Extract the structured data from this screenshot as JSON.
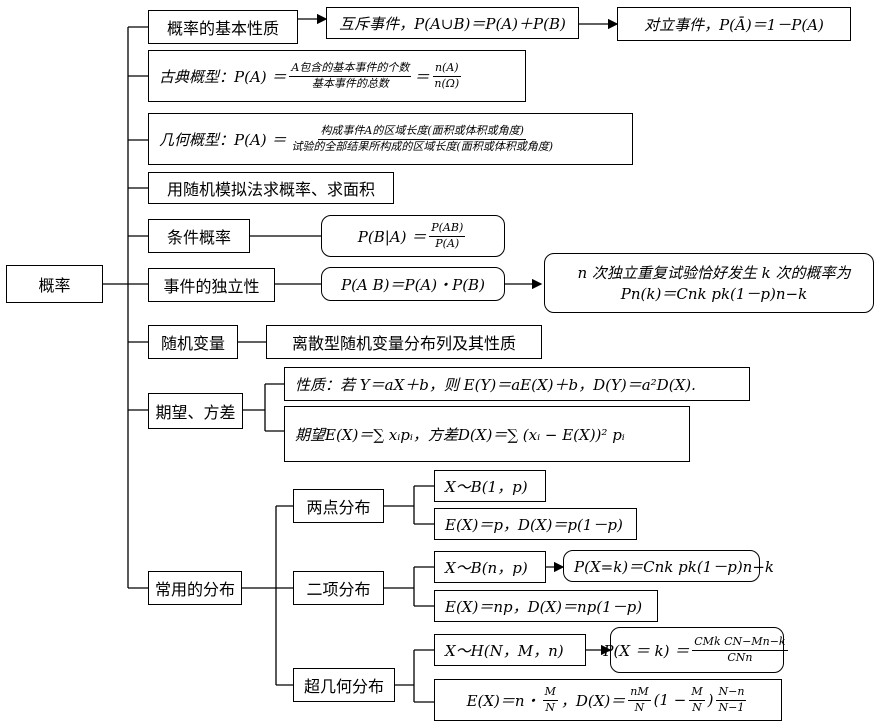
{
  "root": "概率",
  "basic": {
    "label": "概率的基本性质",
    "exclusive": "互斥事件，P(A∪B)＝P(A)＋P(B)",
    "complement": "对立事件，P(Ā)＝1－P(A)"
  },
  "classical": {
    "prefix": "古典概型：P(A) ＝",
    "num": "A包含的基本事件的个数",
    "den": "基本事件的总数",
    "eq": "＝",
    "num2": "n(A)",
    "den2": "n(Ω)"
  },
  "geometric": {
    "prefix": "几何概型：P(A) ＝",
    "num": "构成事件A的区域长度(面积或体积或角度)",
    "den": "试验的全部结果所构成的区域长度(面积或体积或角度)"
  },
  "simulation": "用随机模拟法求概率、求面积",
  "conditional": {
    "label": "条件概率",
    "lhs": "P(B|A) ＝",
    "num": "P(AB)",
    "den": "P(A)"
  },
  "independence": {
    "label": "事件的独立性",
    "formula": "P(A B)＝P(A)・P(B)",
    "bern_text": "n 次独立重复试验恰好发生 k 次的概率为",
    "bern_formula": "Pn(k)＝Cnk pk(1－p)n−k"
  },
  "random_var": {
    "label": "随机变量",
    "discrete": "离散型随机变量分布列及其性质"
  },
  "expectation": {
    "label": "期望、方差",
    "property": "性质：若 Y＝aX＋b，则 E(Y)＝aE(X)＋b，D(Y)＝a²D(X).",
    "definition": "期望E(X)＝∑ xᵢpᵢ，方差D(X)＝∑ (xᵢ − E(X))² pᵢ"
  },
  "common": {
    "label": "常用的分布",
    "two_point": {
      "label": "两点分布",
      "dist": "X～B(1，p)",
      "moments": "E(X)＝p，D(X)＝p(1－p)"
    },
    "binomial": {
      "label": "二项分布",
      "dist": "X～B(n，p)",
      "pmf": "P(X=k)＝Cnk pk(1－p)n−k",
      "moments": "E(X)＝np，D(X)＝np(1－p)"
    },
    "hyper": {
      "label": "超几何分布",
      "dist": "X～H(N，M，n)",
      "pmf_lhs": "P(X ＝ k) ＝",
      "pmf_num": "CMk CN−Mn−k",
      "pmf_den": "CNn",
      "e_lhs": "E(X)＝n・",
      "e_num": "M",
      "e_den": "N",
      "d_lhs": "，D(X)＝",
      "d_num": "nM",
      "d_den": "N",
      "d_mid_open": "(1 −",
      "d_m_num": "M",
      "d_m_den": "N",
      "d_mid_close": ")",
      "d_last_num": "N−n",
      "d_last_den": "N−1"
    }
  }
}
